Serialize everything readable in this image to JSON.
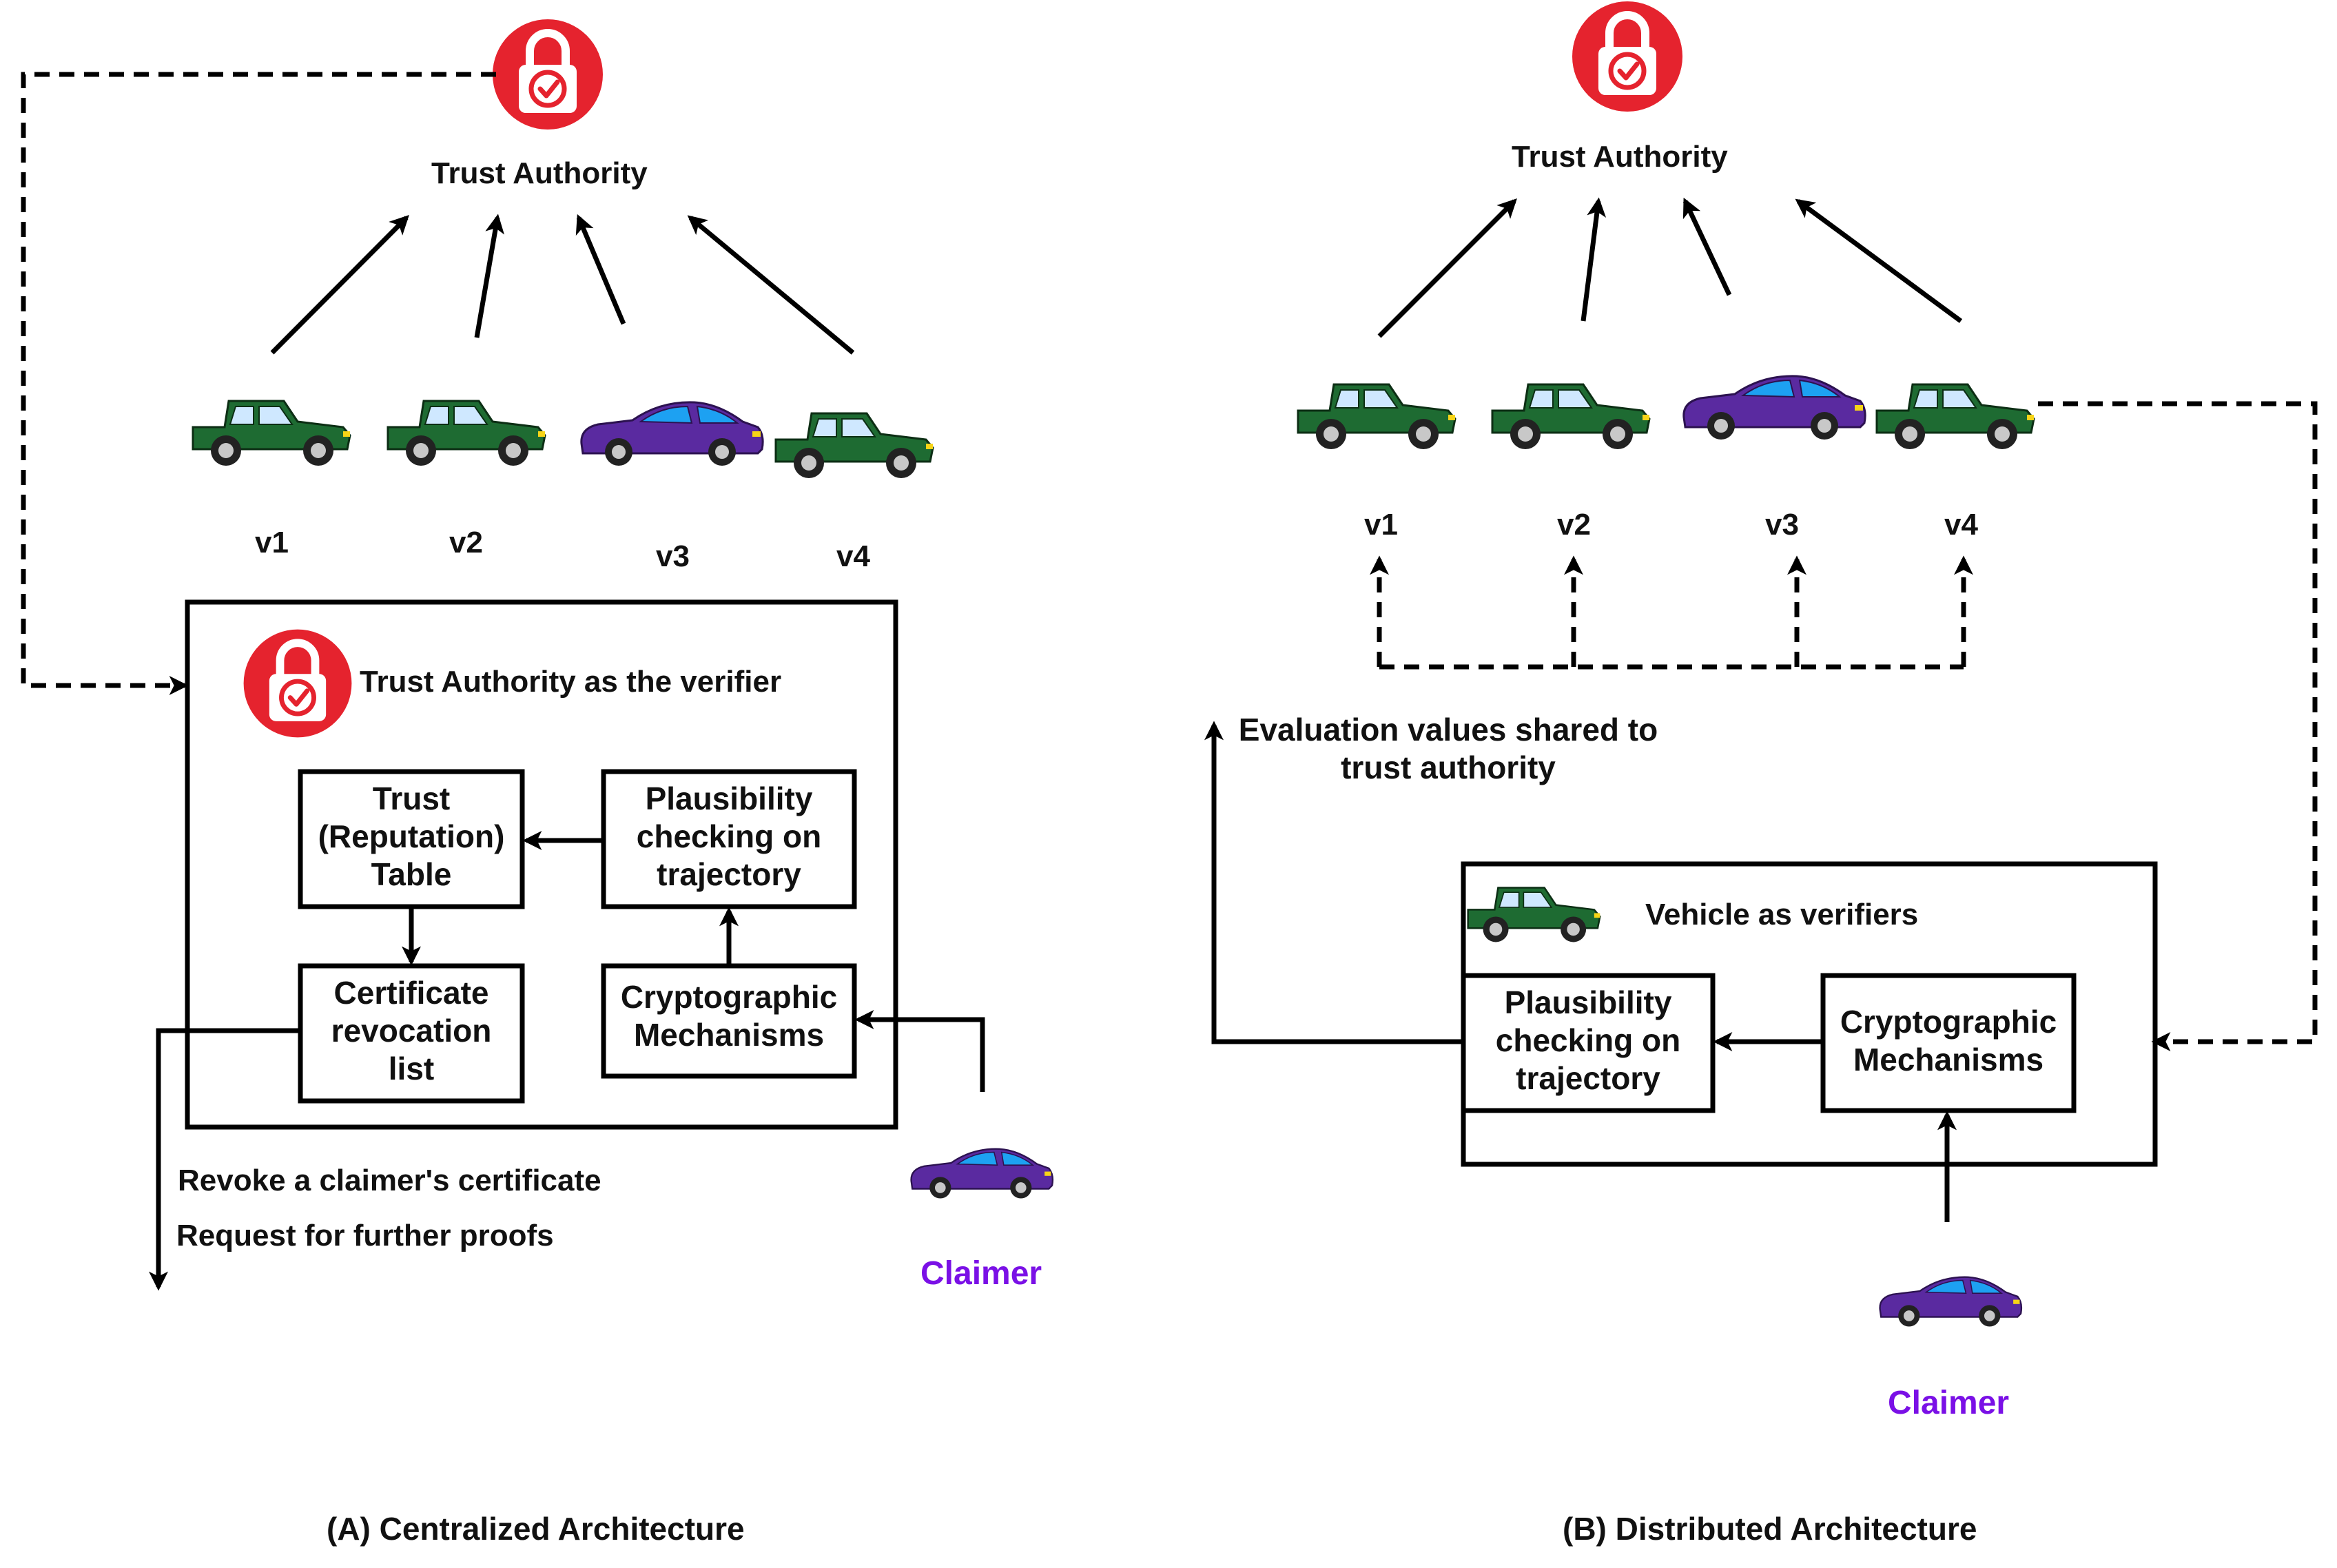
{
  "colors": {
    "truck": "#1e6b32",
    "sedan": "#5a2aa0",
    "lock_badge": "#e5232e",
    "claimer": "#7a10e6",
    "line": "#000000"
  },
  "icons": {
    "trust_authority": "lock-check-icon",
    "vehicle_truck": "pickup-truck-icon",
    "vehicle_sedan": "sedan-car-icon"
  },
  "centralized": {
    "trust_authority_label": "Trust Authority",
    "vehicles": [
      {
        "label": "v1",
        "kind": "truck"
      },
      {
        "label": "v2",
        "kind": "truck"
      },
      {
        "label": "v3",
        "kind": "sedan"
      },
      {
        "label": "v4",
        "kind": "truck"
      }
    ],
    "verifier_box_title": "Trust Authority as the verifier",
    "trust_table": "Trust (Reputation) Table",
    "plausibility": "Plausibility checking on trajectory",
    "crl": "Certificate revocation list",
    "crypto": "Cryptographic Mechanisms",
    "revoke_text": "Revoke a claimer's certificate",
    "request_text": "Request for further proofs",
    "claimer": "Claimer",
    "caption": "(A) Centralized Architecture"
  },
  "distributed": {
    "trust_authority_label": "Trust Authority",
    "vehicles": [
      {
        "label": "v1",
        "kind": "truck"
      },
      {
        "label": "v2",
        "kind": "truck"
      },
      {
        "label": "v3",
        "kind": "sedan"
      },
      {
        "label": "v4",
        "kind": "truck"
      }
    ],
    "evaluation_text": "Evaluation values shared to trust authority",
    "verifier_box_title": "Vehicle as verifiers",
    "plausibility": "Plausibility checking on trajectory",
    "crypto": "Cryptographic Mechanisms",
    "claimer": "Claimer",
    "caption": "(B) Distributed Architecture"
  }
}
